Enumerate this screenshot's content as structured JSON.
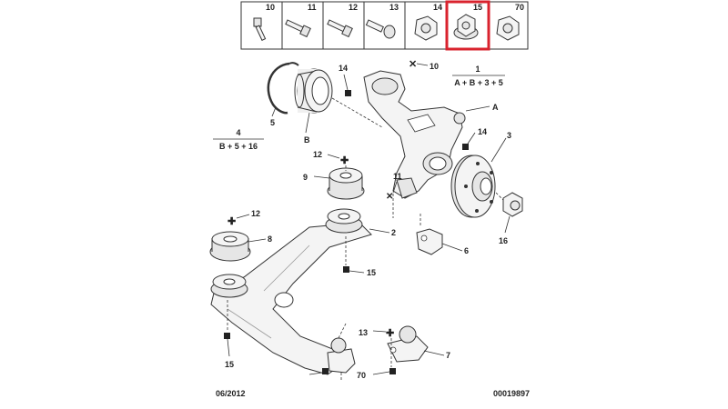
{
  "strip": {
    "cells": [
      "10",
      "11",
      "12",
      "13",
      "14",
      "15",
      "70"
    ],
    "highlight_index": 5,
    "highlight_color": "#d9232e"
  },
  "callouts": {
    "c1_num": "1",
    "c1_formula": "A + B + 3 + 5",
    "c4_num": "4",
    "c4_formula": "B + 5 + 16",
    "A": "A",
    "B": "B",
    "n2": "2",
    "n3": "3",
    "n5": "5",
    "n6": "6",
    "n7": "7",
    "n8": "8",
    "n9": "9",
    "n10": "10",
    "n11": "11",
    "n12a": "12",
    "n12b": "12",
    "n13": "13",
    "n14a": "14",
    "n14b": "14",
    "n15a": "15",
    "n15b": "15",
    "n16": "16",
    "n70": "70"
  },
  "footer": {
    "date": "06/2012",
    "ref": "00019897"
  }
}
